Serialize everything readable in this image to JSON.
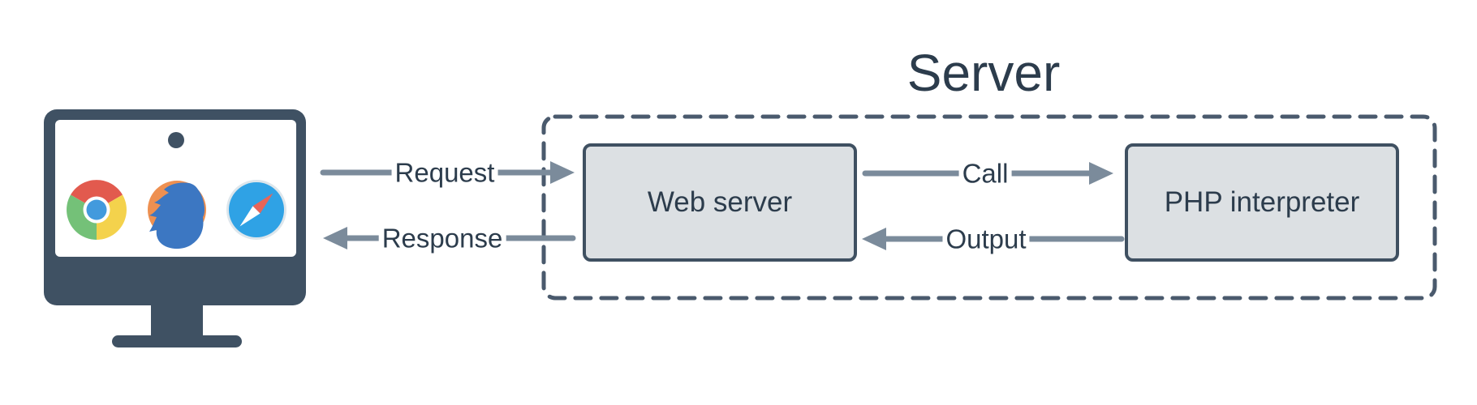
{
  "diagram": {
    "server_group": {
      "title": "Server",
      "nodes": [
        {
          "id": "web-server",
          "label": "Web server"
        },
        {
          "id": "php-interpreter",
          "label": "PHP interpreter"
        }
      ]
    },
    "client": {
      "icon": "monitor-icon",
      "browser_icons": [
        "chrome-icon",
        "firefox-icon",
        "safari-icon"
      ]
    },
    "flows": [
      {
        "label": "Request",
        "direction": "right"
      },
      {
        "label": "Response",
        "direction": "left"
      },
      {
        "label": "Call",
        "direction": "right"
      },
      {
        "label": "Output",
        "direction": "left"
      }
    ],
    "colors": {
      "background": "#ffffff",
      "slate_dark": "#3f5163",
      "text_dark": "#2c3c4c",
      "arrow_gray": "#7b8b9b",
      "node_fill": "#dce0e3",
      "node_border": "#3f5061",
      "dashed_border": "#4a5a6d",
      "chrome_red": "#e25a4e",
      "chrome_green": "#74c178",
      "chrome_yellow": "#f4d24c",
      "chrome_blue": "#429add",
      "firefox_orange": "#ee9051",
      "firefox_blue": "#3c77c2",
      "safari_blue": "#2fa2e5",
      "safari_needle_red": "#e86558"
    }
  }
}
